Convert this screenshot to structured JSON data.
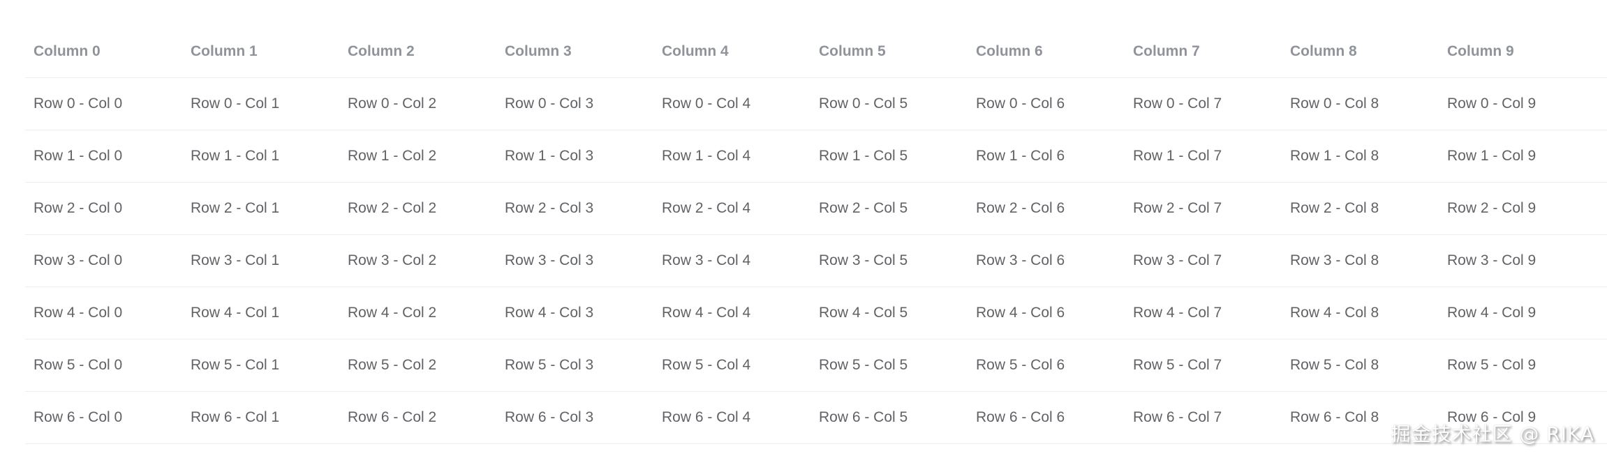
{
  "table": {
    "columns": [
      "Column 0",
      "Column 1",
      "Column 2",
      "Column 3",
      "Column 4",
      "Column 5",
      "Column 6",
      "Column 7",
      "Column 8",
      "Column 9"
    ],
    "rows": [
      [
        "Row 0 - Col 0",
        "Row 0 - Col 1",
        "Row 0 - Col 2",
        "Row 0 - Col 3",
        "Row 0 - Col 4",
        "Row 0 - Col 5",
        "Row 0 - Col 6",
        "Row 0 - Col 7",
        "Row 0 - Col 8",
        "Row 0 - Col 9"
      ],
      [
        "Row 1 - Col 0",
        "Row 1 - Col 1",
        "Row 1 - Col 2",
        "Row 1 - Col 3",
        "Row 1 - Col 4",
        "Row 1 - Col 5",
        "Row 1 - Col 6",
        "Row 1 - Col 7",
        "Row 1 - Col 8",
        "Row 1 - Col 9"
      ],
      [
        "Row 2 - Col 0",
        "Row 2 - Col 1",
        "Row 2 - Col 2",
        "Row 2 - Col 3",
        "Row 2 - Col 4",
        "Row 2 - Col 5",
        "Row 2 - Col 6",
        "Row 2 - Col 7",
        "Row 2 - Col 8",
        "Row 2 - Col 9"
      ],
      [
        "Row 3 - Col 0",
        "Row 3 - Col 1",
        "Row 3 - Col 2",
        "Row 3 - Col 3",
        "Row 3 - Col 4",
        "Row 3 - Col 5",
        "Row 3 - Col 6",
        "Row 3 - Col 7",
        "Row 3 - Col 8",
        "Row 3 - Col 9"
      ],
      [
        "Row 4 - Col 0",
        "Row 4 - Col 1",
        "Row 4 - Col 2",
        "Row 4 - Col 3",
        "Row 4 - Col 4",
        "Row 4 - Col 5",
        "Row 4 - Col 6",
        "Row 4 - Col 7",
        "Row 4 - Col 8",
        "Row 4 - Col 9"
      ],
      [
        "Row 5 - Col 0",
        "Row 5 - Col 1",
        "Row 5 - Col 2",
        "Row 5 - Col 3",
        "Row 5 - Col 4",
        "Row 5 - Col 5",
        "Row 5 - Col 6",
        "Row 5 - Col 7",
        "Row 5 - Col 8",
        "Row 5 - Col 9"
      ],
      [
        "Row 6 - Col 0",
        "Row 6 - Col 1",
        "Row 6 - Col 2",
        "Row 6 - Col 3",
        "Row 6 - Col 4",
        "Row 6 - Col 5",
        "Row 6 - Col 6",
        "Row 6 - Col 7",
        "Row 6 - Col 8",
        "Row 6 - Col 9"
      ]
    ]
  },
  "watermark": {
    "text": "掘金技术社区 @ RIKA"
  },
  "colors": {
    "header_text": "#909399",
    "cell_text": "#606266",
    "border": "#ebeef5",
    "background": "#ffffff"
  }
}
